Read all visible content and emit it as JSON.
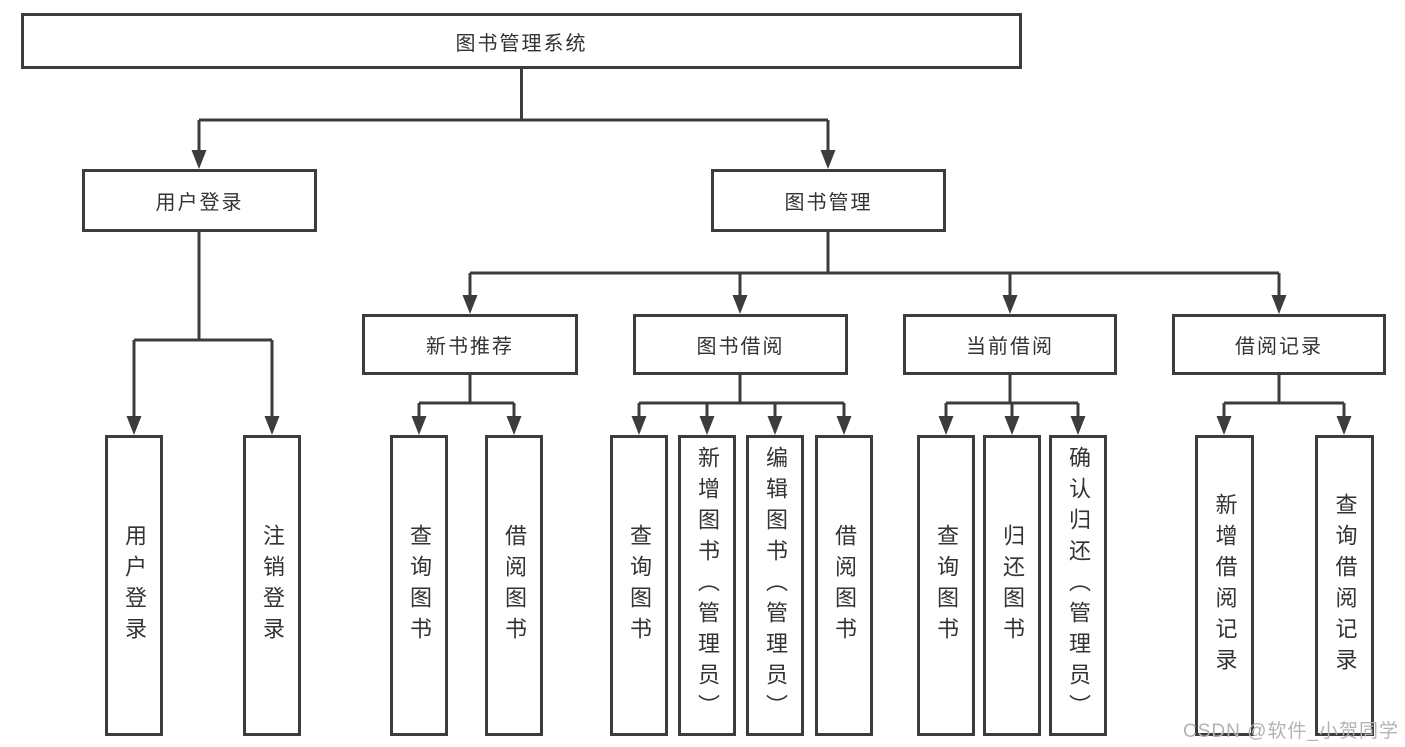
{
  "diagram": {
    "root": {
      "label": "图书管理系统"
    },
    "level2": [
      {
        "label": "用户登录"
      },
      {
        "label": "图书管理"
      }
    ],
    "level3": [
      {
        "label": "新书推荐"
      },
      {
        "label": "图书借阅"
      },
      {
        "label": "当前借阅"
      },
      {
        "label": "借阅记录"
      }
    ],
    "leaves": [
      {
        "label": "用户登录"
      },
      {
        "label": "注销登录"
      },
      {
        "label": "查询图书"
      },
      {
        "label": "借阅图书"
      },
      {
        "label": "查询图书"
      },
      {
        "label": "新增图书（管理员）"
      },
      {
        "label": "编辑图书（管理员）"
      },
      {
        "label": "借阅图书"
      },
      {
        "label": "查询图书"
      },
      {
        "label": "归还图书"
      },
      {
        "label": "确认归还（管理员）"
      },
      {
        "label": "新增借阅记录"
      },
      {
        "label": "查询借阅记录"
      }
    ]
  },
  "watermark": {
    "label": "CSDN @软件_小贺同学"
  },
  "colors": {
    "line": "#3c3c3c",
    "text": "#333333",
    "watermark": "#b3b3b3",
    "background": "#ffffff"
  }
}
